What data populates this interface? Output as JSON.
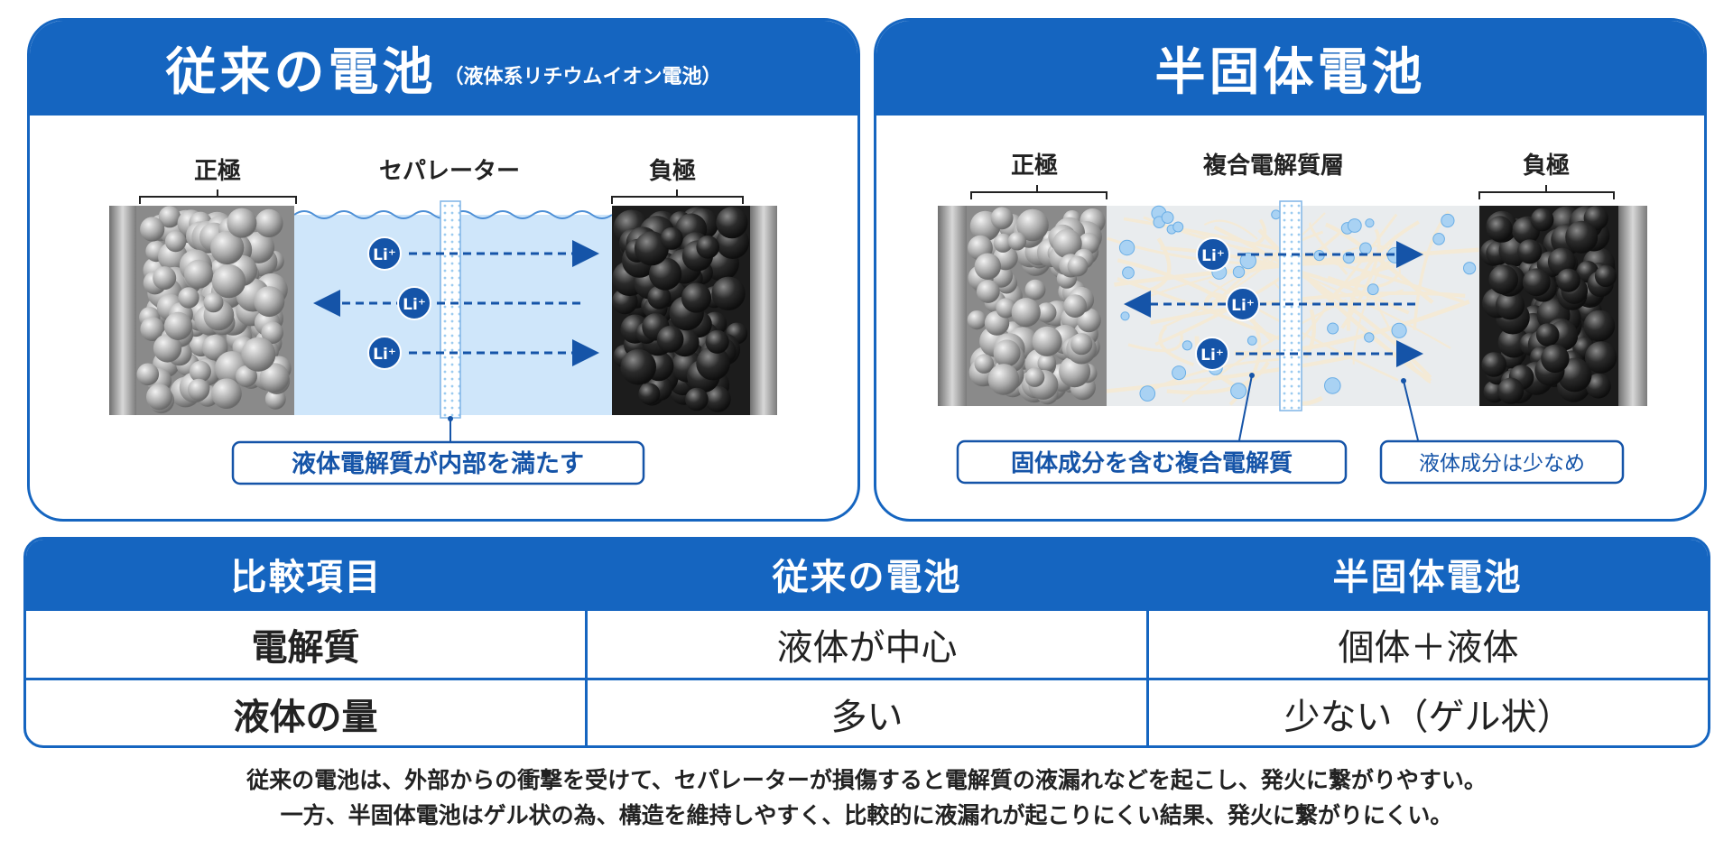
{
  "left_panel": {
    "title": "従来の電池",
    "subtitle": "（液体系リチウムイオン電池）",
    "label_cathode": "正極",
    "label_separator": "セパレーター",
    "label_anode": "負極",
    "ion_label": "Li⁺",
    "callout": "液体電解質が内部を満たす"
  },
  "right_panel": {
    "title": "半固体電池",
    "label_cathode": "正極",
    "label_composite": "複合電解質層",
    "label_anode": "負極",
    "ion_label": "Li⁺",
    "callout_solid": "固体成分を含む複合電解質",
    "callout_liquid": "液体成分は少なめ"
  },
  "table": {
    "headers": [
      "比較項目",
      "従来の電池",
      "半固体電池"
    ],
    "rows": [
      [
        "電解質",
        "液体が中心",
        "個体＋液体"
      ],
      [
        "液体の量",
        "多い",
        "少ない（ゲル状）"
      ]
    ]
  },
  "footer": {
    "line1": "従来の電池は、外部からの衝撃を受けて、セパレーターが損傷すると電解質の液漏れなどを起こし、発火に繋がりやすい。",
    "line2": "一方、半固体電池はゲル状の為、構造を維持しやすく、比較的に液漏れが起こりにくい結果、発火に繋がりにくい。"
  },
  "colors": {
    "brand_blue": "#1565c0",
    "liquid": "#cfe6fa",
    "cathode_particle": "#b0b0b0",
    "anode_particle": "#2e2e2e"
  }
}
